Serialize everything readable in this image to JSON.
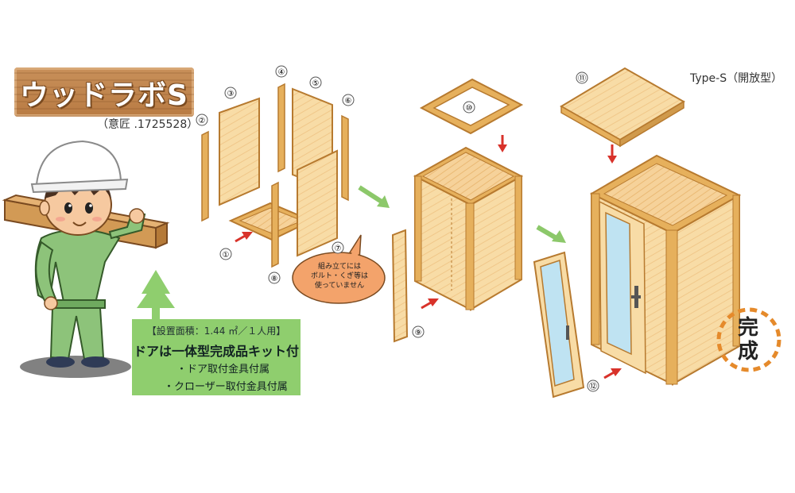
{
  "title": "ウッドラボS",
  "design_no": "（意匠 .1725528）",
  "type_label": "Type-S（開放型）",
  "info_box": {
    "line1": "【設置面積：1.44 ㎡／１人用】",
    "line2": "ドアは一体型完成品キット付",
    "line3": "・ドア取付金具付属",
    "line4": "・クローザー取付金具付属"
  },
  "bubble": {
    "line1": "組み立てには",
    "line2": "ボルト・くぎ等は",
    "line3": "使っていません"
  },
  "complete_label": "完成",
  "part_numbers": [
    "①",
    "②",
    "③",
    "④",
    "⑤",
    "⑥",
    "⑦",
    "⑧",
    "⑨",
    "⑩",
    "⑪",
    "⑫"
  ],
  "colors": {
    "wood_light": "#f8dca6",
    "wood_frame": "#e6b05c",
    "wood_edge": "#b77a2f",
    "green_box": "#8fce6e",
    "red_arrow": "#d8322a",
    "green_arrow": "#8cc86a",
    "orange_dash": "#e58a2b",
    "bubble_fill": "#f3a36b",
    "glass": "#bfe3f2"
  }
}
